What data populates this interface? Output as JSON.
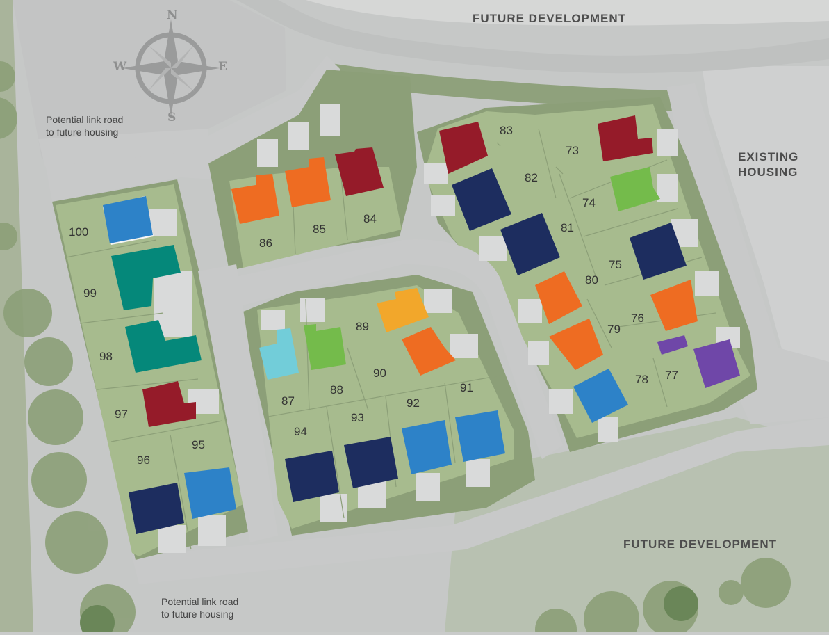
{
  "labels": {
    "future_development_top": "FUTURE DEVELOPMENT",
    "future_development_bottom": "FUTURE DEVELOPMENT",
    "existing_housing_line1": "EXISTING",
    "existing_housing_line2": "HOUSING",
    "link_road_top_line1": "Potential link road",
    "link_road_top_line2": "to future housing",
    "link_road_bottom_line1": "Potential link road",
    "link_road_bottom_line2": "to future housing"
  },
  "compass": {
    "n": "N",
    "s": "S",
    "e": "E",
    "w": "W"
  },
  "colors": {
    "red": "#951b29",
    "orange": "#ee6c22",
    "navy": "#1d2d5f",
    "blue": "#2d82c8",
    "teal": "#05887a",
    "green": "#74bb4b",
    "cyan": "#72cdd9",
    "yellow": "#f2a72b",
    "purple": "#6f47a8",
    "plot": "#a7bb8e",
    "road": "#c8c9c9",
    "verge": "#8c9f78"
  },
  "plots": [
    {
      "number": "73",
      "color": "red"
    },
    {
      "number": "74",
      "color": "green"
    },
    {
      "number": "75",
      "color": "navy"
    },
    {
      "number": "76",
      "color": "orange"
    },
    {
      "number": "77",
      "color": "purple"
    },
    {
      "number": "78",
      "color": "blue"
    },
    {
      "number": "79",
      "color": "orange"
    },
    {
      "number": "80",
      "color": "orange"
    },
    {
      "number": "81",
      "color": "navy"
    },
    {
      "number": "82",
      "color": "navy"
    },
    {
      "number": "83",
      "color": "red"
    },
    {
      "number": "84",
      "color": "red"
    },
    {
      "number": "85",
      "color": "orange"
    },
    {
      "number": "86",
      "color": "orange"
    },
    {
      "number": "87",
      "color": "cyan"
    },
    {
      "number": "88",
      "color": "green"
    },
    {
      "number": "89",
      "color": "yellow"
    },
    {
      "number": "90",
      "color": "orange"
    },
    {
      "number": "91",
      "color": "blue"
    },
    {
      "number": "92",
      "color": "blue"
    },
    {
      "number": "93",
      "color": "navy"
    },
    {
      "number": "94",
      "color": "navy"
    },
    {
      "number": "95",
      "color": "blue"
    },
    {
      "number": "96",
      "color": "navy"
    },
    {
      "number": "97",
      "color": "red"
    },
    {
      "number": "98",
      "color": "teal"
    },
    {
      "number": "99",
      "color": "teal"
    },
    {
      "number": "100",
      "color": "blue"
    }
  ]
}
